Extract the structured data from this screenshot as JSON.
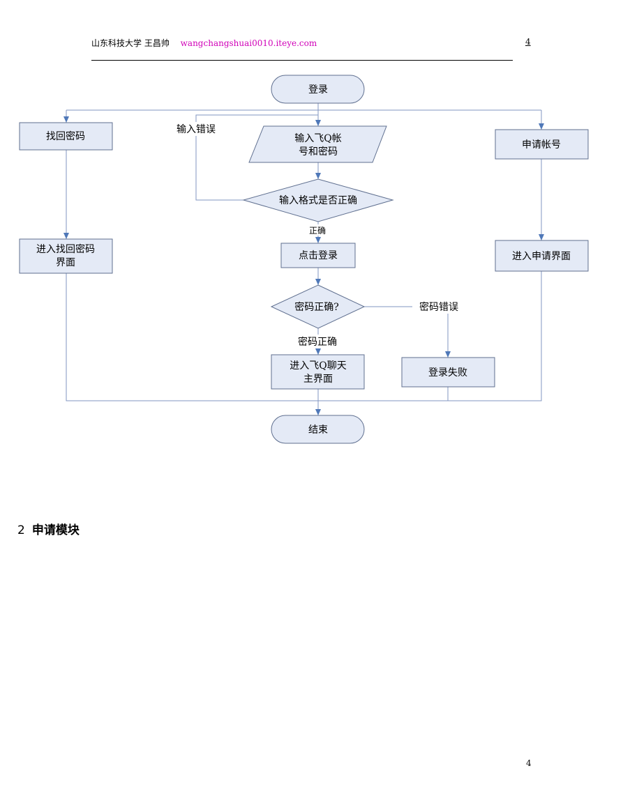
{
  "header": {
    "school": "山东科技大学 王昌帅",
    "site": "wangchangshuai0010.iteye.com",
    "page_number": "4"
  },
  "flowchart": {
    "start": "登录",
    "find_password": "找回密码",
    "enter_find_password_l1": "进入找回密码",
    "enter_find_password_l2": "界面",
    "input_error": "输入错误",
    "input_account_l1": "输入飞Q帐",
    "input_account_l2": "号和密码",
    "check_format": "输入格式是否正确",
    "format_correct": "正确",
    "click_login": "点击登录",
    "password_correct_q": "密码正确?",
    "password_wrong": "密码错误",
    "password_correct": "密码正确",
    "enter_chat_l1": "进入飞Q聊天",
    "enter_chat_l2": "主界面",
    "login_failed": "登录失败",
    "apply_account": "申请帐号",
    "enter_apply": "进入申请界面",
    "end": "结束"
  },
  "section": {
    "number": "2",
    "title": "申请模块"
  },
  "footer": {
    "page_number": "4"
  }
}
